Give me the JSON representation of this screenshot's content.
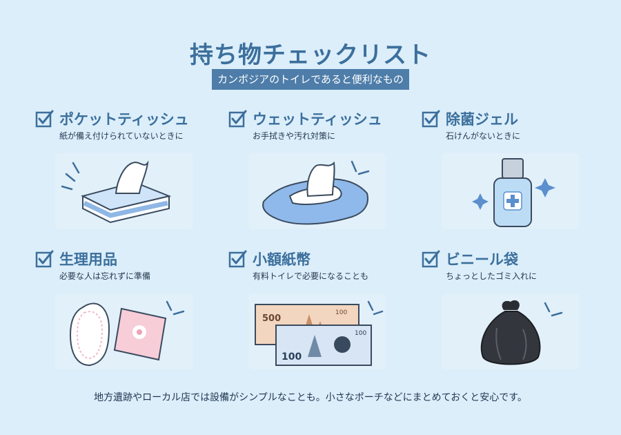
{
  "title": "持ち物チェックリスト",
  "subtitle": "カンボジアのトイレであると便利なもの",
  "items": [
    {
      "title": "ポケットティッシュ",
      "desc": "紙が備え付けられていないときに",
      "icon": "tissue-box-icon"
    },
    {
      "title": "ウェットティッシュ",
      "desc": "お手拭きや汚れ対策に",
      "icon": "wet-wipes-icon"
    },
    {
      "title": "除菌ジェル",
      "desc": "石けんがないときに",
      "icon": "sanitizer-bottle-icon"
    },
    {
      "title": "生理用品",
      "desc": "必要な人は忘れずに準備",
      "icon": "sanitary-pad-icon"
    },
    {
      "title": "小額紙幣",
      "desc": "有料トイレで必要になることも",
      "icon": "banknotes-icon"
    },
    {
      "title": "ビニール袋",
      "desc": "ちょっとしたゴミ入れに",
      "icon": "trash-bag-icon"
    }
  ],
  "banknotes": {
    "back_value": "500",
    "front_value": "100",
    "corner_back": "100",
    "corner_front": "100"
  },
  "footer": "地方遺跡やローカル店では設備がシンプルなことも。小さなポーチなどにまとめておくと安心です。",
  "colors": {
    "background": "#dbeefa",
    "accent": "#3c6f9c",
    "subtitle_bg": "#4e7da9"
  }
}
